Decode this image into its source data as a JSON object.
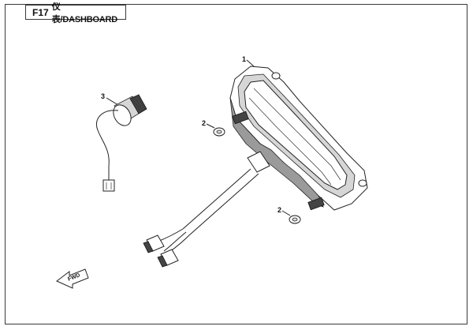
{
  "header": {
    "code": "F17",
    "title": "仪表/DASHBOARD"
  },
  "callouts": {
    "dashboard": "1",
    "nut_upper": "2",
    "nut_lower": "2",
    "connector_cap": "3"
  },
  "direction_arrow": {
    "label": "FWD"
  }
}
